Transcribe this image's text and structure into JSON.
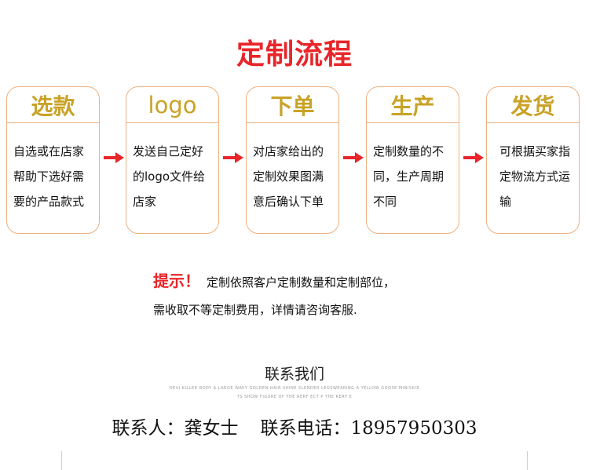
{
  "title": "定制流程",
  "steps": [
    {
      "heading": "选款",
      "body": "自选或在店家帮助下选好需要的产品款式"
    },
    {
      "heading": "logo",
      "body": "发送自己定好的logo文件给店家"
    },
    {
      "heading": "下单",
      "body": "对店家给出的定制效果图满意后确认下单"
    },
    {
      "heading": "生产",
      "body": "定制数量的不同，生产周期不同"
    },
    {
      "heading": "发货",
      "body": "可根据买家指定物流方式运输"
    }
  ],
  "tip": {
    "label": "提示！",
    "line1": "定制依照客户定制数量和定制部位，",
    "line2": "需收取不等定制费用，详情请咨询客服."
  },
  "contact": {
    "heading": "联系我们",
    "fine1": "DEVI KILLER BODY A LARGE WAVY GOLDEN HAIR SHINE SLENDER LEGSWEARING A YELLOW GOOSE MINISKIR",
    "fine2": "TS SHOW FIGURE OF THE RERF ECT P THE RERF E",
    "person": "联系人：龚女士",
    "phone": "联系电话：18957950303"
  },
  "colors": {
    "accent": "#e8262a",
    "gold": "#c9a227",
    "border": "#f0b07e"
  },
  "icons": [
    "right-arrow-icon"
  ]
}
